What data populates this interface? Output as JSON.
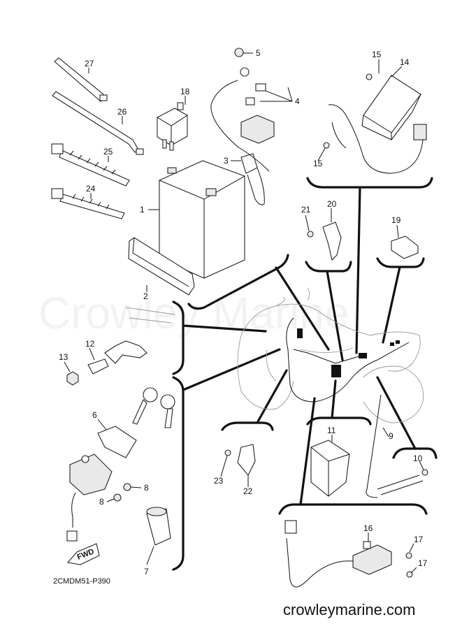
{
  "watermark": "Crowley Marine",
  "diagram_code": "2CMDM51-P390",
  "website": "crowleymarine.com",
  "fwd_label": "FWD",
  "callouts": [
    "1",
    "2",
    "3",
    "4",
    "5",
    "6",
    "7",
    "8",
    "8",
    "9",
    "10",
    "11",
    "12",
    "13",
    "14",
    "15",
    "15",
    "16",
    "17",
    "17",
    "18",
    "19",
    "20",
    "21",
    "22",
    "23",
    "24",
    "25",
    "26",
    "27"
  ]
}
